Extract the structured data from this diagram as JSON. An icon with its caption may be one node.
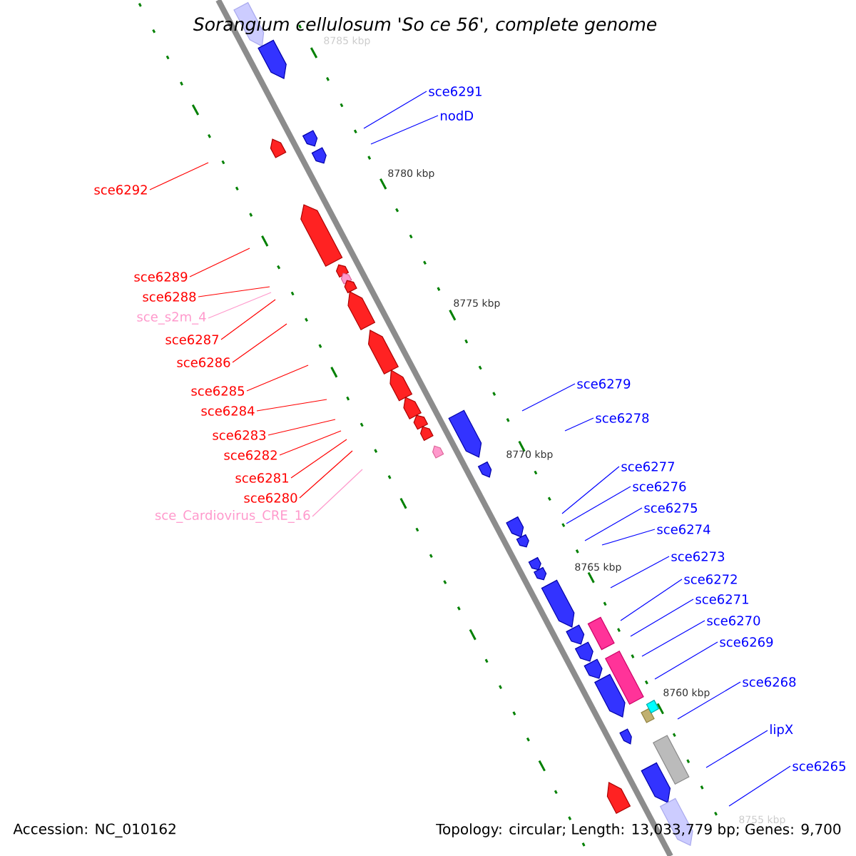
{
  "diagram": {
    "title": "Sorangium cellulosum 'So ce 56', complete genome",
    "nodes": [
      {
        "text": [
          "sce6291"
        ]
      },
      {
        "text": [
          "nodD"
        ]
      },
      {
        "text": [
          "sce6292"
        ]
      },
      {
        "text": [
          "sce6289"
        ]
      },
      {
        "text": [
          "sce6288"
        ]
      },
      {
        "text": [
          "sce_s2m_4"
        ]
      },
      {
        "text": [
          "sce6287"
        ]
      },
      {
        "text": [
          "sce6286"
        ]
      },
      {
        "text": [
          "sce6285"
        ]
      },
      {
        "text": [
          "sce6284"
        ]
      },
      {
        "text": [
          "sce6283"
        ]
      },
      {
        "text": [
          "sce6282"
        ]
      },
      {
        "text": [
          "sce6281"
        ]
      },
      {
        "text": [
          "sce6280"
        ]
      },
      {
        "text": [
          "sce_Cardiovirus_CRE_16"
        ]
      },
      {
        "text": [
          "sce6279"
        ]
      },
      {
        "text": [
          "sce6278"
        ]
      },
      {
        "text": [
          "sce6277"
        ]
      },
      {
        "text": [
          "sce6276"
        ]
      },
      {
        "text": [
          "sce6275"
        ]
      },
      {
        "text": [
          "sce6274"
        ]
      },
      {
        "text": [
          "sce6273"
        ]
      },
      {
        "text": [
          "sce6272"
        ]
      },
      {
        "text": [
          "sce6271"
        ]
      },
      {
        "text": [
          "sce6270"
        ]
      },
      {
        "text": [
          "sce6269"
        ]
      },
      {
        "text": [
          "sce6268"
        ]
      },
      {
        "text": [
          "lipX"
        ]
      },
      {
        "text": [
          "sce6265"
        ]
      }
    ],
    "edges": [
      {
        "from": 0,
        "to": null,
        "arrow": "none"
      },
      {
        "from": 1,
        "to": null,
        "arrow": "none"
      },
      {
        "from": 2,
        "to": null,
        "arrow": "none",
        "color": "#ff0000"
      },
      {
        "from": 3,
        "to": null,
        "arrow": "none",
        "color": "#ff0000"
      },
      {
        "from": 4,
        "to": null,
        "arrow": "none",
        "color": "#ff0000"
      },
      {
        "from": 5,
        "to": null,
        "arrow": "none",
        "color": "#ff99cc"
      },
      {
        "from": 6,
        "to": null,
        "arrow": "none",
        "color": "#ff0000"
      },
      {
        "from": 7,
        "to": null,
        "arrow": "none",
        "color": "#ff0000"
      },
      {
        "from": 8,
        "to": null,
        "arrow": "none",
        "color": "#ff0000"
      },
      {
        "from": 9,
        "to": null,
        "arrow": "none",
        "color": "#ff0000"
      },
      {
        "from": 10,
        "to": null,
        "arrow": "none",
        "color": "#ff0000"
      },
      {
        "from": 11,
        "to": null,
        "arrow": "none",
        "color": "#ff0000"
      },
      {
        "from": 12,
        "to": null,
        "arrow": "none",
        "color": "#ff0000"
      },
      {
        "from": 13,
        "to": null,
        "arrow": "none",
        "color": "#ff0000"
      },
      {
        "from": 14,
        "to": null,
        "arrow": "none",
        "color": "#ff99cc"
      },
      {
        "from": 15,
        "to": null,
        "arrow": "none"
      },
      {
        "from": 16,
        "to": null,
        "arrow": "none"
      },
      {
        "from": 17,
        "to": null,
        "arrow": "none"
      },
      {
        "from": 18,
        "to": null,
        "arrow": "none"
      },
      {
        "from": 19,
        "to": null,
        "arrow": "none"
      },
      {
        "from": 20,
        "to": null,
        "arrow": "none"
      },
      {
        "from": 21,
        "to": null,
        "arrow": "none"
      },
      {
        "from": 22,
        "to": null,
        "arrow": "none"
      },
      {
        "from": 23,
        "to": null,
        "arrow": "none"
      },
      {
        "from": 24,
        "to": null,
        "arrow": "none"
      },
      {
        "from": 25,
        "to": null,
        "arrow": "none"
      },
      {
        "from": 26,
        "to": null,
        "arrow": "none"
      },
      {
        "from": 27,
        "to": null,
        "arrow": "none"
      },
      {
        "from": 28,
        "to": null,
        "arrow": "none"
      }
    ],
    "labels": [
      "8785 kbp",
      "8780 kbp",
      "8775 kbp",
      "8770 kbp",
      "8765 kbp",
      "8760 kbp",
      "8755 kbp",
      "Accession: NC_010162",
      "Topology: circular; Length: 13,033,779 bp; Genes: 9,700"
    ]
  }
}
